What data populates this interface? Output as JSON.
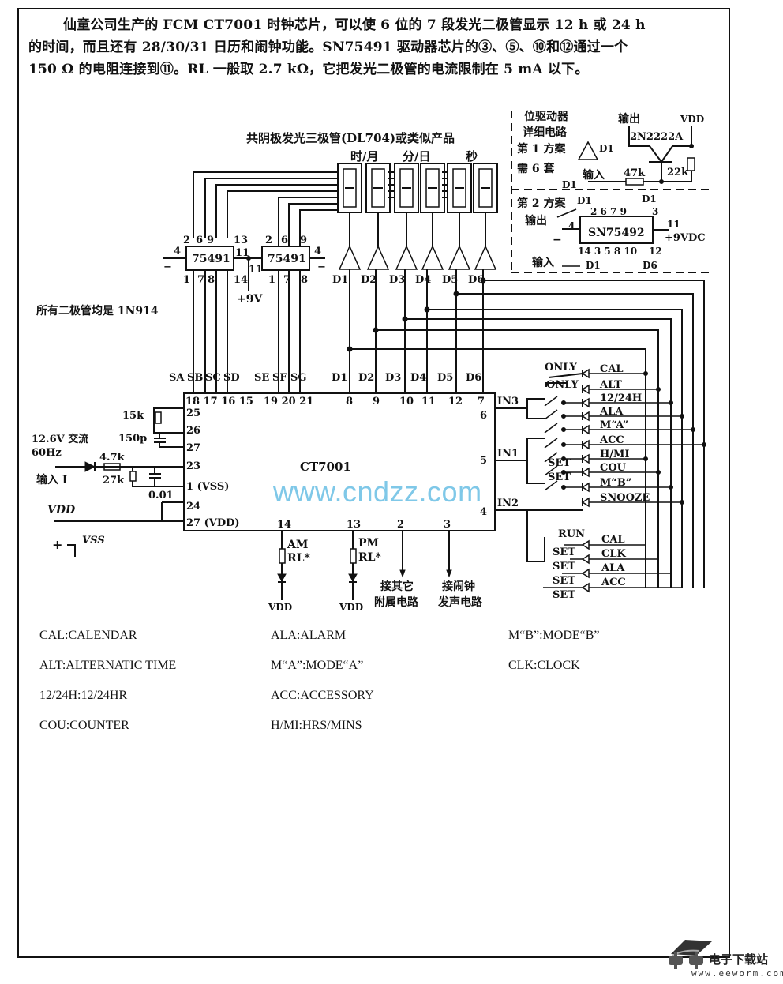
{
  "intro": {
    "line1": "仙童公司生产的 FCM CT7001 时钟芯片，可以使 6 位的 7 段发光二极管显示 12 h 或 24 h",
    "line2": "的时间，而且还有 28/30/31 日历和闹钟功能。SN75491 驱动器芯片的③、⑤、⑩和⑫通过一个",
    "line3": "150 Ω 的电阻连接到⑪。RL 一般取 2.7 kΩ，它把发光二极管的电流限制在 5 mA 以下。"
  },
  "display": {
    "title": "共阴极发光三极管(DL704)或类似产品",
    "group_labels": [
      "时/月",
      "分/日",
      "秒"
    ]
  },
  "drivers": {
    "chip_label": "75491",
    "left_pins_top": [
      "2",
      "6",
      "9",
      "13"
    ],
    "left_pins_bottom": [
      "1",
      "7",
      "8",
      "14"
    ],
    "left_pin_side": "4",
    "left_pin_11": "11",
    "right_pin_11": "11",
    "right_pins_top": [
      "2",
      "6",
      "9"
    ],
    "right_pins_bottom": [
      "1",
      "7",
      "8"
    ],
    "right_pin_side": "4",
    "supply": "+9V",
    "minus": "−"
  },
  "digit_drivers": [
    "D1",
    "D2",
    "D3",
    "D4",
    "D5",
    "D6"
  ],
  "diode_note": "所有二极管均是 1N914",
  "detail_box": {
    "title1": "位驱动器",
    "title2": "详细电路",
    "scheme1": "第 1 方案",
    "need6": "需 6 套",
    "d1": "D1",
    "output": "输出",
    "vdd": "VDD",
    "transistor": "2N2222A",
    "input": "输入",
    "r47k": "47k",
    "r22k": "22k",
    "scheme2": "第 2 方案",
    "out2": "输出",
    "chip2": "SN75492",
    "pins_top": "2 6 7 9",
    "pin3": "3",
    "pin4": "4",
    "pin11": "11",
    "supply2": "+9VDC",
    "pins_bottom": "14 3 5 8 10",
    "pin12": "12",
    "input2": "输入",
    "d6": "D6",
    "minus": "−"
  },
  "ct7001": {
    "label": "CT7001",
    "seg_labels": [
      "SA",
      "SB",
      "SC",
      "SD",
      "SE",
      "SF",
      "SG"
    ],
    "seg_pins": "18 17 16 15",
    "seg_pins2": "19 20 21",
    "digit_pins": [
      "8",
      "9",
      "10",
      "11",
      "12",
      "7"
    ],
    "left_pins": [
      "25",
      "26",
      "27",
      "23",
      "1 (VSS)",
      "24",
      "27 (VDD)"
    ],
    "right_pins": [
      "6",
      "5",
      "4"
    ],
    "bottom_pins": [
      "14",
      "13",
      "2",
      "3"
    ],
    "inputs": [
      "IN3",
      "IN1",
      "IN2"
    ]
  },
  "oscillator": {
    "r15k": "15k",
    "c150p": "150p",
    "ac_label": "12.6V 交流",
    "freq": "60Hz",
    "r47": "4.7k",
    "r27k": "27k",
    "c001": "0.01",
    "input_label": "输入 I",
    "vdd": "VDD",
    "vss": "VSS",
    "plus": "+"
  },
  "outputs": {
    "am": "AM",
    "pm": "PM",
    "rl": "RL*",
    "vdd": "VDD",
    "other": [
      "接其它",
      "附属电路"
    ],
    "alarm": [
      "接闹钟",
      "发声电路"
    ]
  },
  "switches": {
    "only1": "ONLY",
    "only2": "ONLY",
    "labels": [
      "CAL",
      "ALT",
      "12/24H",
      "ALA",
      "M“A”",
      "ACC",
      "H/MI",
      "COU",
      "M“B”",
      "SNOOZE"
    ],
    "set_labels": [
      "SET",
      "SET"
    ],
    "run": "RUN",
    "lower_labels": [
      "CAL",
      "CLK",
      "ALA",
      "ACC"
    ],
    "lower_set": [
      "SET",
      "SET",
      "SET",
      "SET"
    ]
  },
  "legend": [
    "CAL:CALENDAR",
    "ALT:ALTERNATIC TIME",
    "12/24H:12/24HR",
    "COU:COUNTER",
    "ALA:ALARM",
    "M“A”:MODE“A”",
    "ACC:ACCESSORY",
    "H/MI:HRS/MINS",
    "M“B”:MODE“B”",
    "CLK:CLOCK"
  ],
  "watermark": "www.cndzz.com",
  "logo": {
    "name": "电子下载站",
    "url": "www.eeworm.com"
  }
}
